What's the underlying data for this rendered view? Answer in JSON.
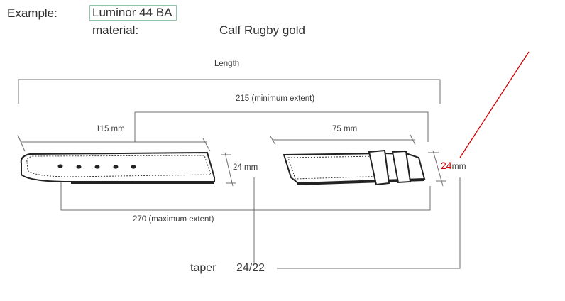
{
  "header": {
    "example_label": "Example:",
    "model": "Luminor 44 BA",
    "material_label": "material:",
    "material_value": "Calf Rugby gold"
  },
  "dimensions": {
    "length_label": "Length",
    "min_extent": "215 (minimum extent)",
    "left_piece": "115 mm",
    "right_piece": "75 mm",
    "lug_width": "24 mm",
    "buckle_width_value": "24",
    "buckle_width_unit": "mm",
    "max_extent": "270 (maximum extent)"
  },
  "taper": {
    "label": "taper",
    "value": "24/22"
  },
  "colors": {
    "annotation_red": "#d40000",
    "line_gray": "#6f6f6f",
    "model_box_border": "#8fc7a8"
  }
}
